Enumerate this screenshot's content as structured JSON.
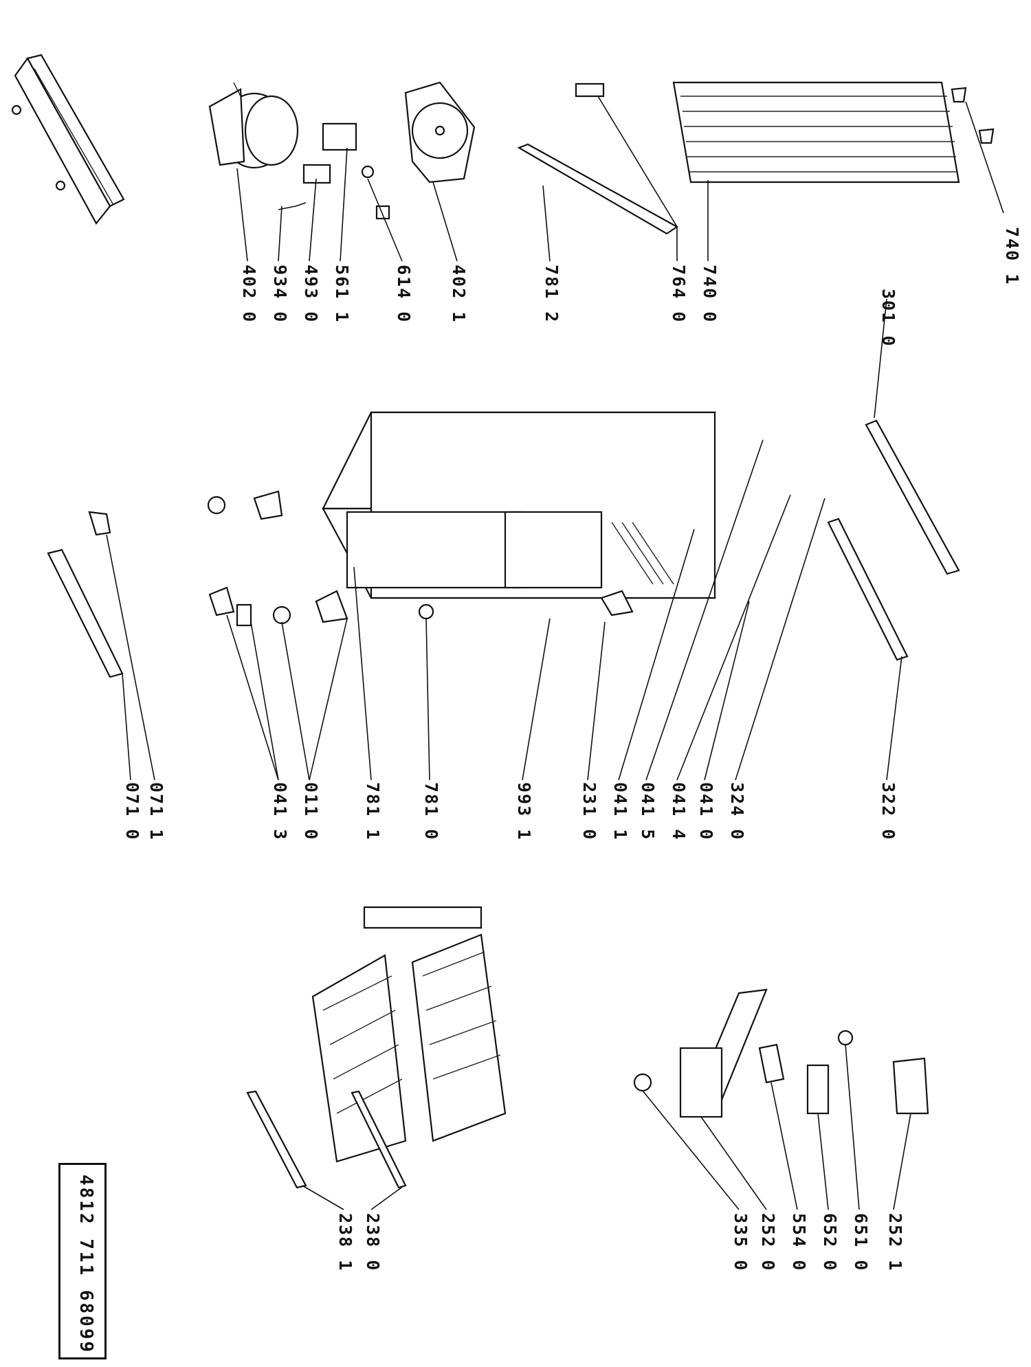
{
  "document": {
    "code_number": "4812 711 68099"
  },
  "labels": [
    {
      "id": "t402_0",
      "text": "402 0"
    },
    {
      "id": "t934_0",
      "text": "934 0"
    },
    {
      "id": "t493_0",
      "text": "493 0"
    },
    {
      "id": "t561_1",
      "text": "561 1"
    },
    {
      "id": "t614_0",
      "text": "614 0"
    },
    {
      "id": "t402_1",
      "text": "402 1"
    },
    {
      "id": "t781_2",
      "text": "781 2"
    },
    {
      "id": "t764_0",
      "text": "764 0"
    },
    {
      "id": "t740_0",
      "text": "740 0"
    },
    {
      "id": "t740_1",
      "text": "740 1"
    },
    {
      "id": "t301_0",
      "text": "301 0"
    },
    {
      "id": "t071_0",
      "text": "071 0"
    },
    {
      "id": "t071_1",
      "text": "071 1"
    },
    {
      "id": "t041_3",
      "text": "041 3"
    },
    {
      "id": "t011_0",
      "text": "011 0"
    },
    {
      "id": "t781_1",
      "text": "781 1"
    },
    {
      "id": "t781_0",
      "text": "781 0"
    },
    {
      "id": "t993_1",
      "text": "993 1"
    },
    {
      "id": "t231_0",
      "text": "231 0"
    },
    {
      "id": "t041_1",
      "text": "041 1"
    },
    {
      "id": "t041_5",
      "text": "041 5"
    },
    {
      "id": "t041_4",
      "text": "041 4"
    },
    {
      "id": "t041_0",
      "text": "041 0"
    },
    {
      "id": "t324_0",
      "text": "324 0"
    },
    {
      "id": "t322_0",
      "text": "322 0"
    },
    {
      "id": "t238_1",
      "text": "238 1"
    },
    {
      "id": "t238_0",
      "text": "238 0"
    },
    {
      "id": "t335_0",
      "text": "335 0"
    },
    {
      "id": "t252_0",
      "text": "252 0"
    },
    {
      "id": "t554_0",
      "text": "554 0"
    },
    {
      "id": "t652_0",
      "text": "652 0"
    },
    {
      "id": "t651_0",
      "text": "651 0"
    },
    {
      "id": "t252_1",
      "text": "252 1"
    }
  ]
}
